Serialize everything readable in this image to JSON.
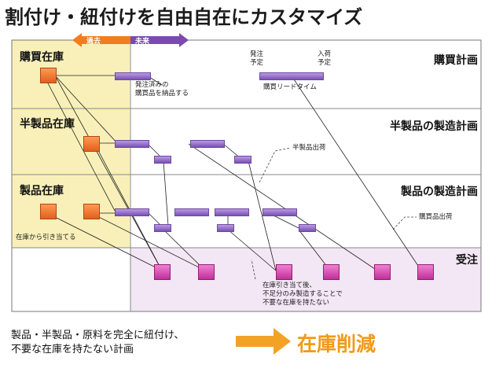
{
  "title": "割付け・紐付けを自由自在にカスタマイズ",
  "timeline": {
    "past": "過去",
    "future": "未来"
  },
  "sections": {
    "purchase_inventory": "購買在庫",
    "semi_inventory": "半製品在庫",
    "product_inventory": "製品在庫"
  },
  "plans": {
    "purchase": "購買計画",
    "semi": "半製品の製造計画",
    "product": "製品の製造計画",
    "order": "受注"
  },
  "notes": {
    "order_placed": "発注\n予定",
    "receipt": "入荷\n予定",
    "delivered": "発注済みの\n購買品を納品する",
    "lead_time": "購買リードタイム",
    "semi_ship": "半製品出荷",
    "purchase_ship": "購買品出荷",
    "assign_from_stock": "在庫から引き当てる",
    "after_assign": "在庫引き当て後、\n不足分のみ製造することで\n不要な在庫を持たない"
  },
  "bottom": {
    "description": "製品・半製品・原料を完全に紐付け、\n不要な在庫を持たない計画",
    "result": "在庫削減"
  },
  "colors": {
    "past_bg": "#f8f0b8",
    "order_bg": "#f3e6f5",
    "past_arrow": "#f07d1e",
    "future_arrow": "#7a4ab0",
    "result_arrow": "#f2a224",
    "inventory_box": "#f07428",
    "order_box": "#d54aae",
    "plan_bar": "#9a73cc"
  }
}
